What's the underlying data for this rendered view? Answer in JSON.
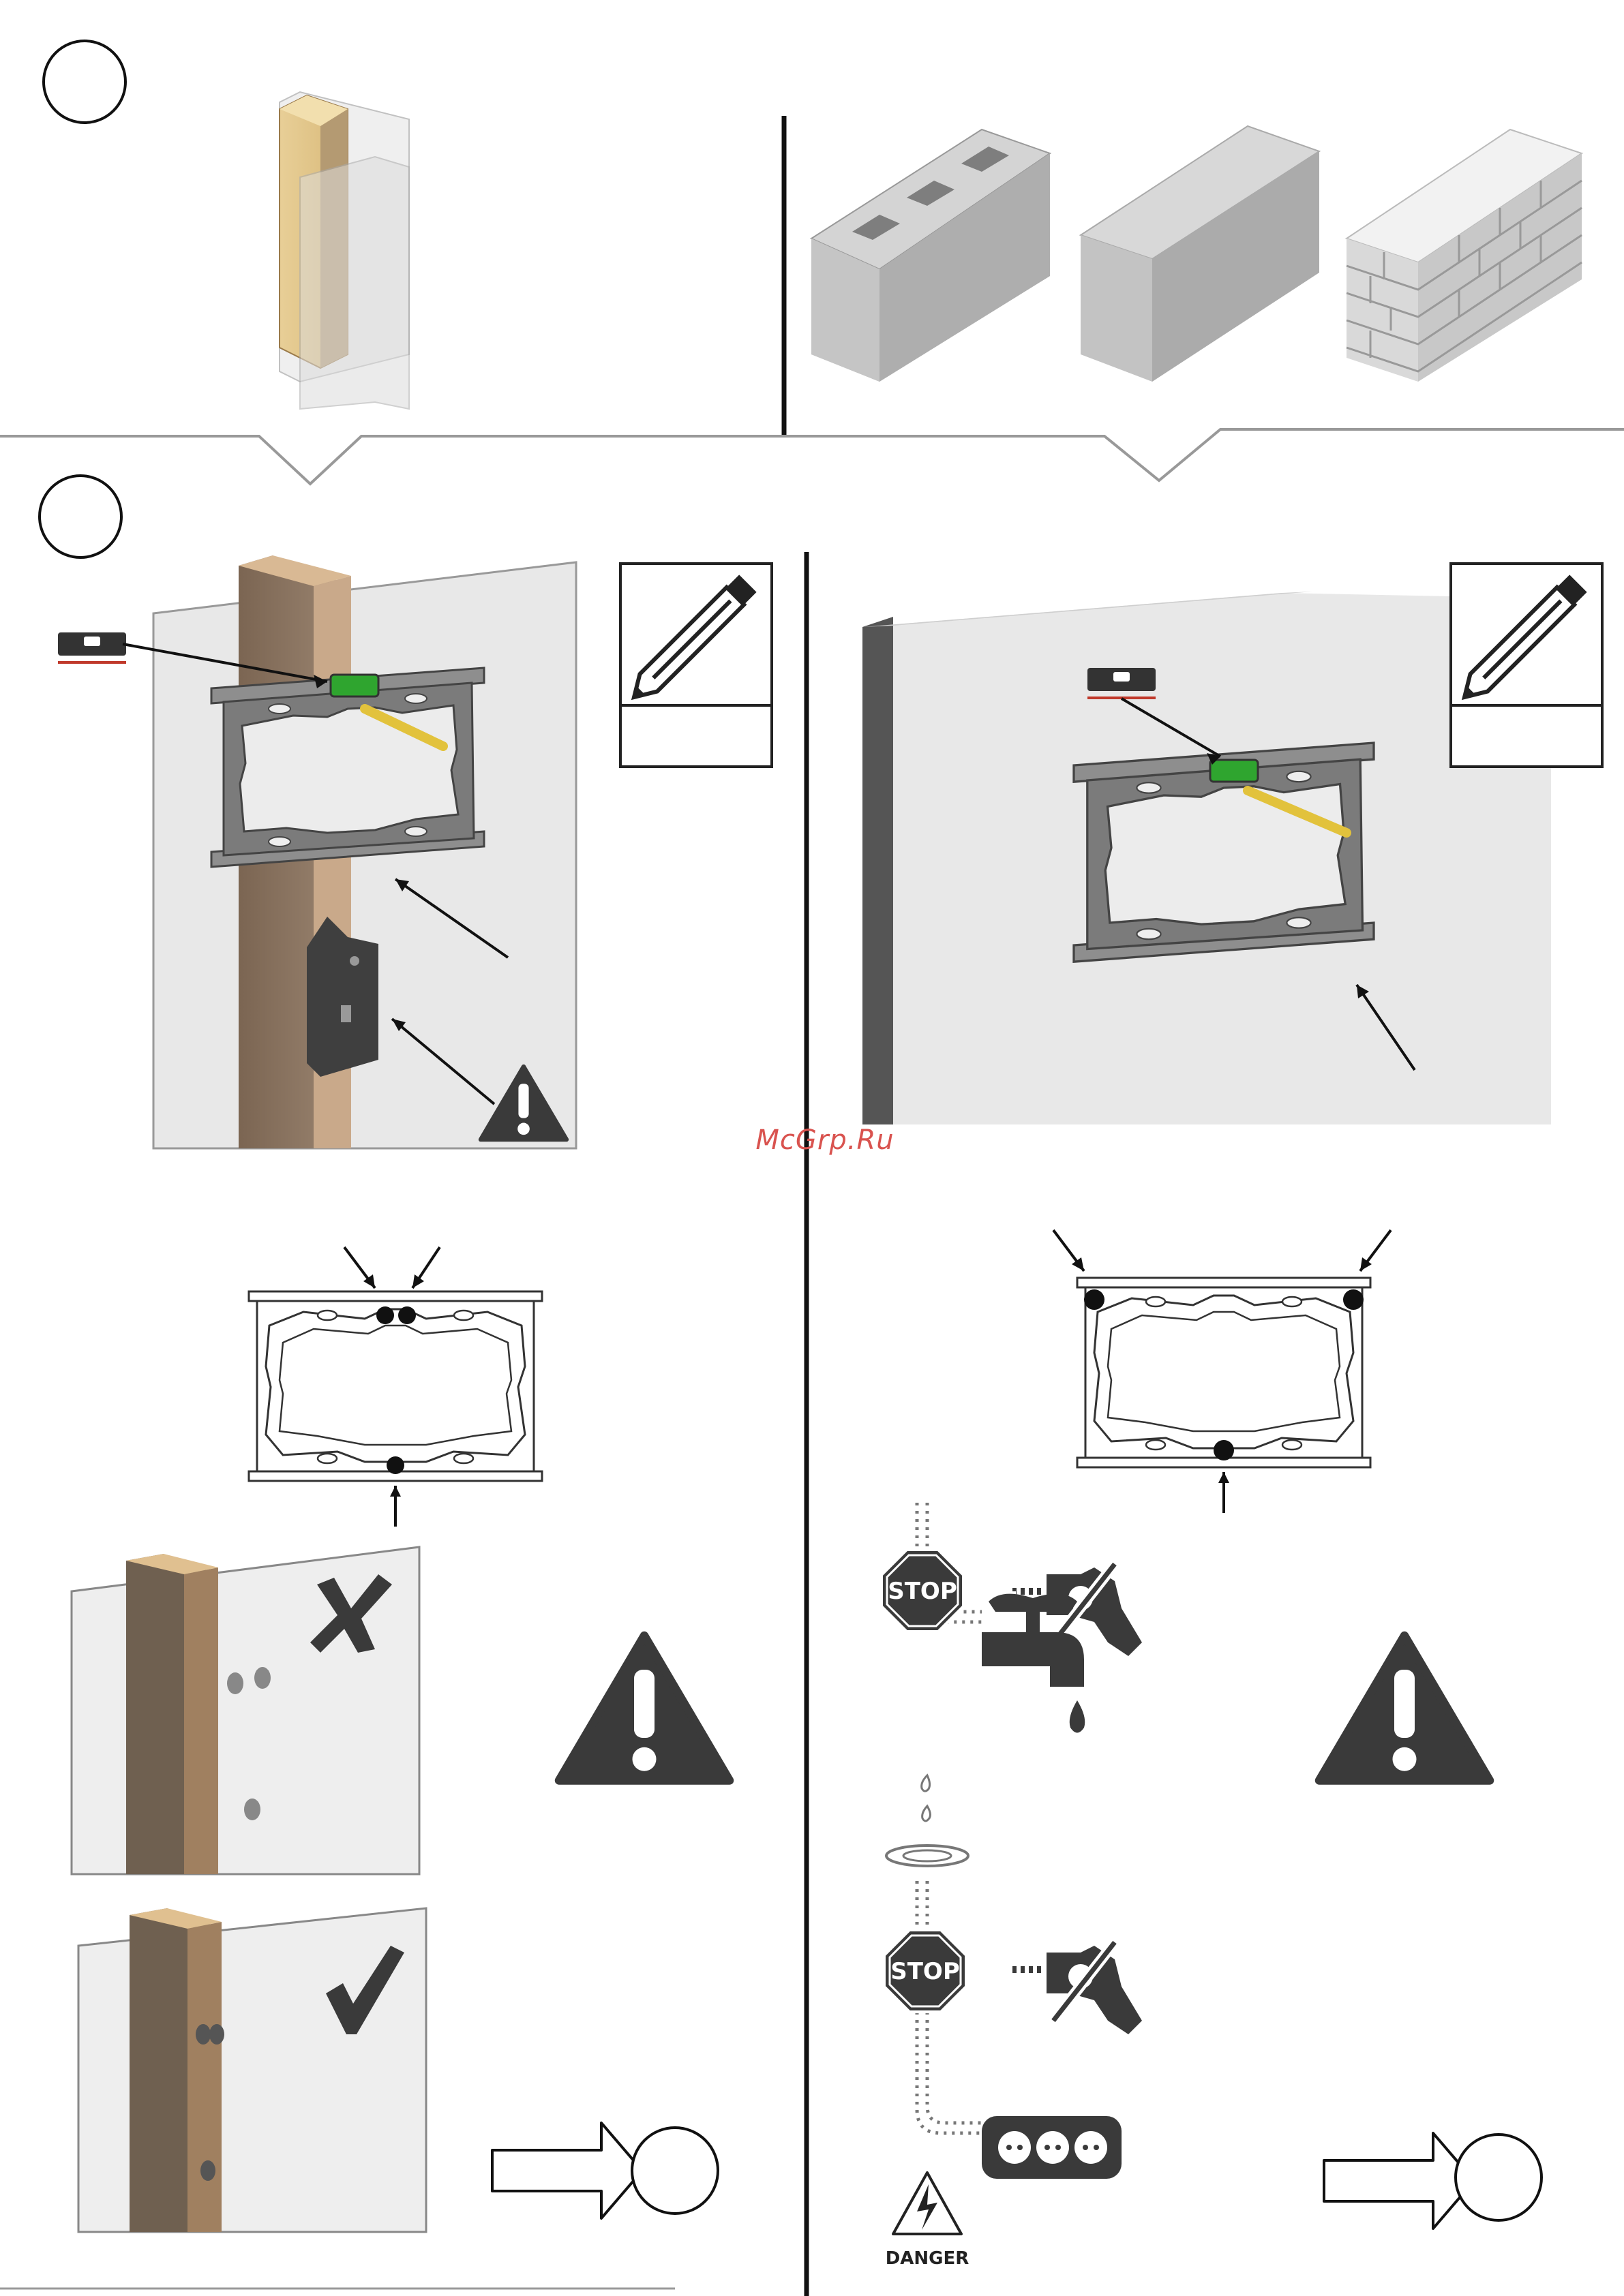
{
  "watermark": "McGrp.Ru",
  "stop_sign_label": "STOP",
  "danger_label": "DANGER",
  "icons": [
    "step-circle",
    "wood-stud",
    "hollow-block",
    "solid-block",
    "brick-wall",
    "spirit-level-icon",
    "pencil-icon",
    "warning-triangle-icon",
    "stud-finder",
    "stop-sign-icon",
    "no-drill-icon",
    "water-tap-icon",
    "power-socket-icon",
    "danger-high-voltage-icon",
    "wrong-x-icon",
    "correct-check-icon",
    "next-arrow-icon"
  ],
  "colors": {
    "line": "#111111",
    "warning": "#3a3a3a",
    "wood": "#8a7560",
    "wall": "#e8e8e8",
    "level_green": "#2fa52f",
    "pencil": "#e2c23c",
    "level_mark": "#c0392b"
  }
}
